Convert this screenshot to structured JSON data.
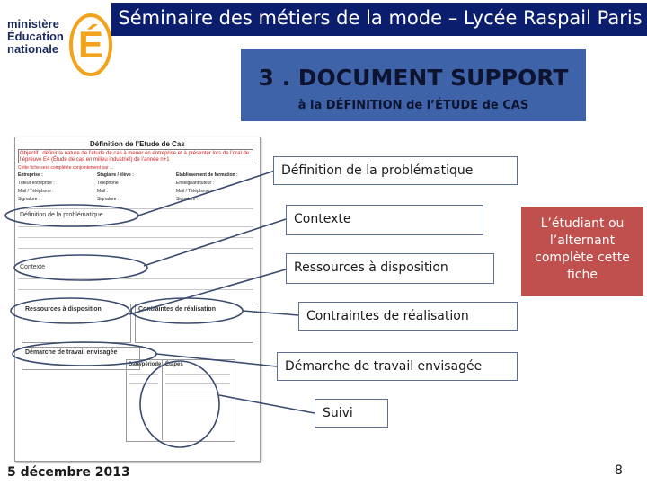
{
  "header": {
    "title": "Séminaire des métiers de la mode – Lycée Raspail Paris"
  },
  "logo": {
    "lines": [
      "ministère",
      "Éducation",
      "nationale"
    ],
    "letter": "É"
  },
  "banner": {
    "title": "3 . DOCUMENT SUPPORT",
    "subtitle": "à la DÉFINITION de l’ÉTUDE de CAS"
  },
  "document": {
    "title": "Définition de l’Etude de Cas",
    "objective": "Objectif : définir la nature de l’étude de cas à mener en entreprise et à présenter lors de l’oral de l’épreuve E4 (Étude de cas en milieu industriel) de l’année n+1",
    "note": "Cette fiche sera complétée conjointement par ...",
    "grid_headers": [
      "Entreprise :",
      "Stagiaire / élève :",
      "Établissement de formation :"
    ],
    "grid_rows": [
      [
        "Tuteur entreprise :",
        "Téléphone :",
        "Enseignant tuteur :"
      ],
      [
        "Mail / Téléphone :",
        "Mail :",
        "Mail / Téléphone :"
      ],
      [
        "Signature :",
        "Signature :",
        "Signature :"
      ]
    ],
    "labels": {
      "problematique": "Définition de la problématique",
      "contexte": "Contexte",
      "ressources": "Ressources à disposition",
      "contraintes": "Contraintes de réalisation",
      "demarche": "Démarche de travail envisagée",
      "suivi_left": "Date/période",
      "suivi_right": "Étapes"
    }
  },
  "callouts": {
    "problematique": "Définition de la problématique",
    "contexte": "Contexte",
    "ressources": "Ressources à disposition",
    "contraintes": "Contraintes de réalisation",
    "demarche": "Démarche de travail envisagée",
    "suivi": "Suivi"
  },
  "note": {
    "lines": [
      "L’étudiant ou",
      "l’alternant",
      "complète cette",
      "fiche"
    ]
  },
  "footer": {
    "date": "5 décembre 2013",
    "page": "8"
  },
  "colors": {
    "header": "#0b1e6e",
    "banner": "#3f63a9",
    "note": "#c0504d",
    "logo_orange": "#f3a21b"
  }
}
